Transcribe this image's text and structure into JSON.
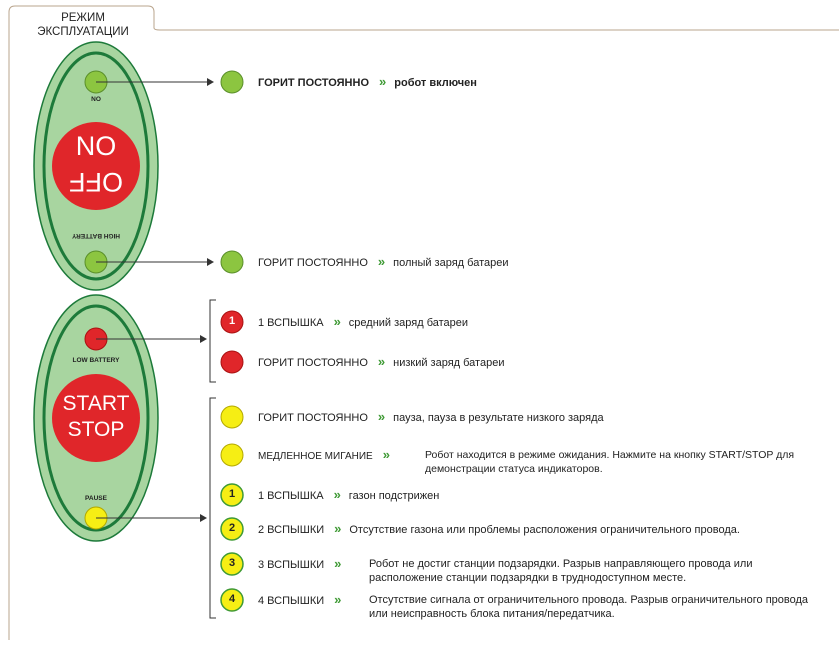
{
  "panel": {
    "title_line1": "РЕЖИМ",
    "title_line2": "ЭКСПЛУАТАЦИИ"
  },
  "colors": {
    "green_led": "#8cc540",
    "red_led": "#e0262a",
    "yellow_led": "#f6ee14",
    "oval_fill": "#a8d5a0",
    "oval_ring": "#1d7a3a",
    "arrow": "#3f9a35",
    "border": "#b9a48c"
  },
  "device_top": {
    "no_label": "NO",
    "big_button_top": "NO",
    "big_button_bottom": "OFF",
    "high_battery_label": "HIGH BATTERY"
  },
  "device_bottom": {
    "low_battery_label": "LOW BATTERY",
    "big_button_top": "START",
    "big_button_bottom": "STOP",
    "pause_label": "PAUSE"
  },
  "arrow_glyph": "»",
  "rows": [
    {
      "id": "on-steady",
      "led": "green",
      "led_text": "",
      "state": "ГОРИТ ПОСТОЯННО",
      "desc": "робот включен",
      "bold": true
    },
    {
      "id": "battery-full",
      "led": "green",
      "led_text": "",
      "state": "ГОРИТ ПОСТОЯННО",
      "desc": "полный заряд батареи",
      "bold": false
    },
    {
      "id": "battery-mid",
      "led": "red",
      "led_text": "1",
      "state": "1 ВСПЫШКА",
      "desc": "средний заряд батареи",
      "bold": false
    },
    {
      "id": "battery-low",
      "led": "red",
      "led_text": "",
      "state": "ГОРИТ ПОСТОЯННО",
      "desc": "низкий заряд батареи",
      "bold": false
    },
    {
      "id": "pause-steady",
      "led": "yellow",
      "led_text": "",
      "state": "ГОРИТ ПОСТОЯННО",
      "desc": "пауза, пауза в результате низкого заряда",
      "bold": false
    },
    {
      "id": "pause-slow",
      "led": "yellow",
      "led_text": "",
      "state": "МЕДЛЕННОЕ МИГАНИЕ",
      "desc": "Робот находится в режиме ожидания. Нажмите на кнопку START/STOP для демонстрации статуса индикаторов.",
      "bold": false
    },
    {
      "id": "pause-1",
      "led": "yellow",
      "led_text": "1",
      "state": "1 ВСПЫШКА",
      "desc": "газон подстрижен",
      "bold": false
    },
    {
      "id": "pause-2",
      "led": "yellow",
      "led_text": "2",
      "state": "2 ВСПЫШКИ",
      "desc": "Отсутствие газона или проблемы расположения ограничительного провода.",
      "bold": false
    },
    {
      "id": "pause-3",
      "led": "yellow",
      "led_text": "3",
      "state": "3 ВСПЫШКИ",
      "desc": "Робот не достиг станции подзарядки. Разрыв направляющего провода или расположение станции подзарядки в труднодоступном месте.",
      "bold": false
    },
    {
      "id": "pause-4",
      "led": "yellow",
      "led_text": "4",
      "state": "4 ВСПЫШКИ",
      "desc": "Отсутствие сигнала от  ограничительного провода. Разрыв ограничительного провода или неисправность блока питания/передатчика.",
      "bold": false
    }
  ]
}
